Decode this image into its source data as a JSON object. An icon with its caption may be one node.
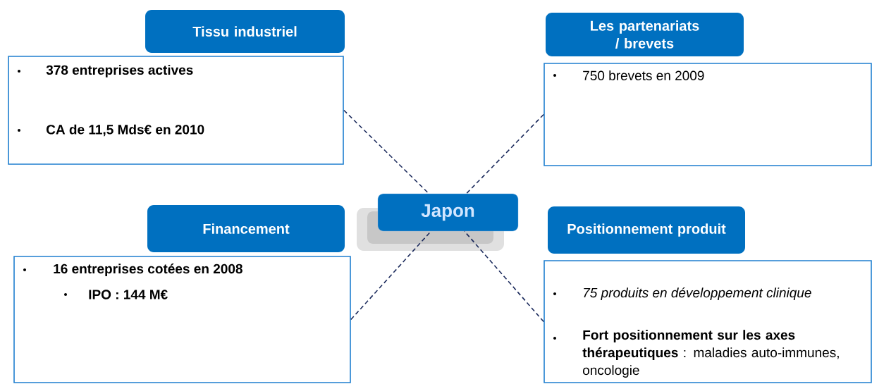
{
  "diagram": {
    "nodes": [
      {
        "text": [
          "Tissu industriel"
        ]
      },
      {
        "text": [
          "378 entreprises actives",
          "CA de 11,5 Mds€ en 2010"
        ]
      },
      {
        "text": [
          "Les partenariats / brevets"
        ]
      },
      {
        "text": [
          "750 brevets en 2009"
        ]
      },
      {
        "text": [
          "Japon"
        ]
      },
      {
        "text": [
          "Financement"
        ]
      },
      {
        "text": [
          "16 entreprises cotées en 2008",
          "IPO : 144 M€"
        ]
      },
      {
        "text": [
          "Positionnement produit"
        ]
      },
      {
        "text": [
          "75 produits en développement clinique",
          "**Fort positionnement sur les axes thérapeutiques** : maladies auto-immunes, oncologie"
        ]
      }
    ],
    "edges": [
      {
        "from": 1,
        "to": 4,
        "arrow": "none",
        "style": "dashed"
      },
      {
        "from": 3,
        "to": 4,
        "arrow": "none",
        "style": "dashed"
      },
      {
        "from": 6,
        "to": 4,
        "arrow": "none",
        "style": "dashed"
      },
      {
        "from": 8,
        "to": 4,
        "arrow": "none",
        "style": "dashed"
      }
    ]
  }
}
